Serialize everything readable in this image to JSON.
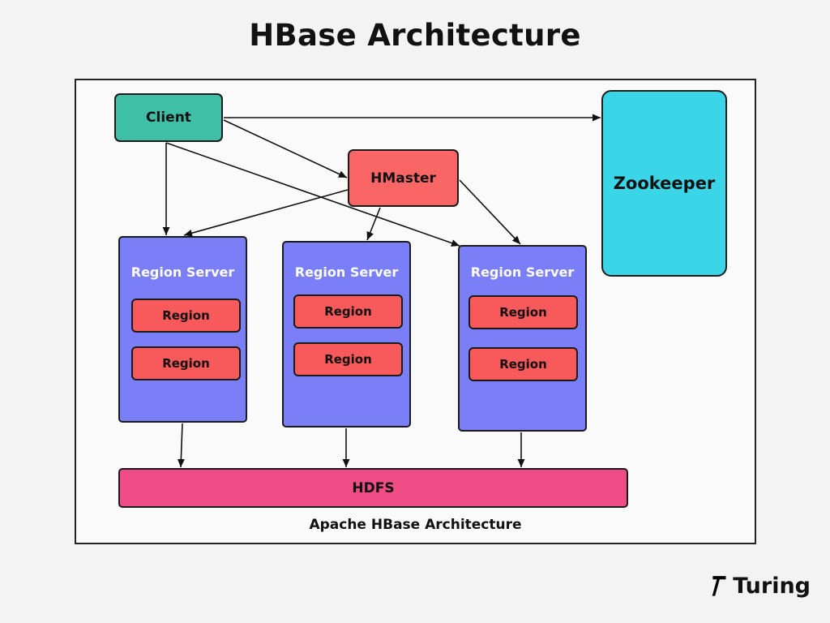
{
  "title": "HBase Architecture",
  "nodes": {
    "client": "Client",
    "hmaster": "HMaster",
    "zookeeper": "Zookeeper",
    "hdfs": "HDFS"
  },
  "region_servers": [
    {
      "label": "Region Server",
      "regions": [
        "Region",
        "Region"
      ]
    },
    {
      "label": "Region Server",
      "regions": [
        "Region",
        "Region"
      ]
    },
    {
      "label": "Region Server",
      "regions": [
        "Region",
        "Region"
      ]
    }
  ],
  "caption": "Apache HBase Architecture",
  "brand": {
    "name": "Turing",
    "icon": "turing-logo-icon"
  },
  "colors": {
    "client": "#3fbfa6",
    "hmaster": "#fa6565",
    "zookeeper": "#3ad5e6",
    "region_server": "#7a7ef7",
    "region": "#f8595a",
    "hdfs": "#f04d86"
  }
}
